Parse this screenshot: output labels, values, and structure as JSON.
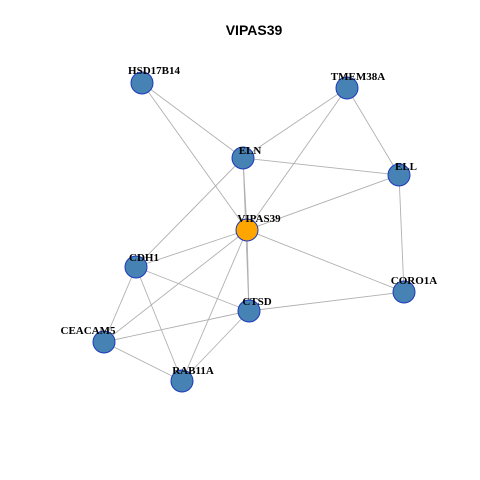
{
  "title": "VIPAS39",
  "colors": {
    "hub_fill": "#FFA500",
    "node_fill": "#4682B4",
    "node_stroke": "#1C39BB",
    "edge": "#B0B0B0"
  },
  "network": {
    "hub": "VIPAS39",
    "nodes": [
      "VIPAS39",
      "HSD17B14",
      "TMEM38A",
      "ELN",
      "ELL",
      "CDH1",
      "CORO1A",
      "CTSD",
      "CEACAM5",
      "RAB11A"
    ],
    "edges": [
      [
        "HSD17B14",
        "ELN"
      ],
      [
        "HSD17B14",
        "VIPAS39"
      ],
      [
        "TMEM38A",
        "ELN"
      ],
      [
        "TMEM38A",
        "ELL"
      ],
      [
        "TMEM38A",
        "VIPAS39"
      ],
      [
        "ELN",
        "ELL"
      ],
      [
        "ELN",
        "VIPAS39"
      ],
      [
        "ELN",
        "CDH1"
      ],
      [
        "ELN",
        "CTSD"
      ],
      [
        "ELL",
        "VIPAS39"
      ],
      [
        "ELL",
        "CORO1A"
      ],
      [
        "VIPAS39",
        "CDH1"
      ],
      [
        "VIPAS39",
        "CORO1A"
      ],
      [
        "VIPAS39",
        "CTSD"
      ],
      [
        "VIPAS39",
        "CEACAM5"
      ],
      [
        "VIPAS39",
        "RAB11A"
      ],
      [
        "CDH1",
        "CEACAM5"
      ],
      [
        "CDH1",
        "RAB11A"
      ],
      [
        "CDH1",
        "CTSD"
      ],
      [
        "CORO1A",
        "CTSD"
      ],
      [
        "CTSD",
        "CEACAM5"
      ],
      [
        "CTSD",
        "RAB11A"
      ],
      [
        "CEACAM5",
        "RAB11A"
      ]
    ]
  }
}
